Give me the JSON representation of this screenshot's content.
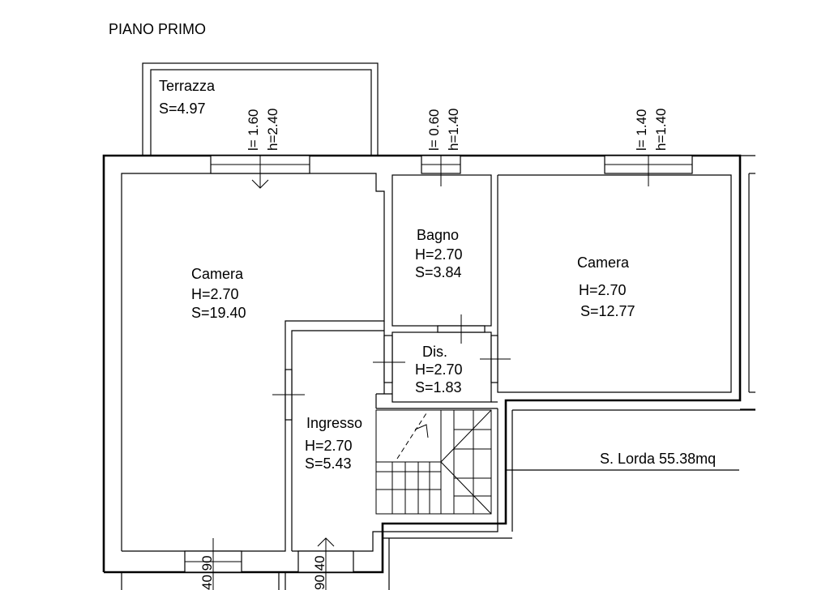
{
  "title": "PIANO PRIMO",
  "rooms": {
    "terrazza": {
      "name": "Terrazza",
      "area": "S=4.97"
    },
    "camera_left": {
      "name": "Camera",
      "height": "H=2.70",
      "area": "S=19.40"
    },
    "bagno": {
      "name": "Bagno",
      "height": "H=2.70",
      "area": "S=3.84"
    },
    "camera_right": {
      "name": "Camera",
      "height": "H=2.70",
      "area": "S=12.77"
    },
    "dis": {
      "name": "Dis.",
      "height": "H=2.70",
      "area": "S=1.83"
    },
    "ingresso": {
      "name": "Ingresso",
      "height": "H=2.70",
      "area": "S=5.43"
    }
  },
  "openings": {
    "window_terrace": {
      "width": "l= 1.60",
      "height": "h=2.40"
    },
    "window_bagno": {
      "width": "l= 0.60",
      "height": "h=1.40"
    },
    "window_camera_right": {
      "width": "l= 1.40",
      "height": "h=1.40"
    },
    "window_bottom_left": {
      "text": "40 90"
    },
    "door_bottom_ingresso": {
      "text": "90 40"
    }
  },
  "gross_area": "S. Lorda 55.38mq"
}
